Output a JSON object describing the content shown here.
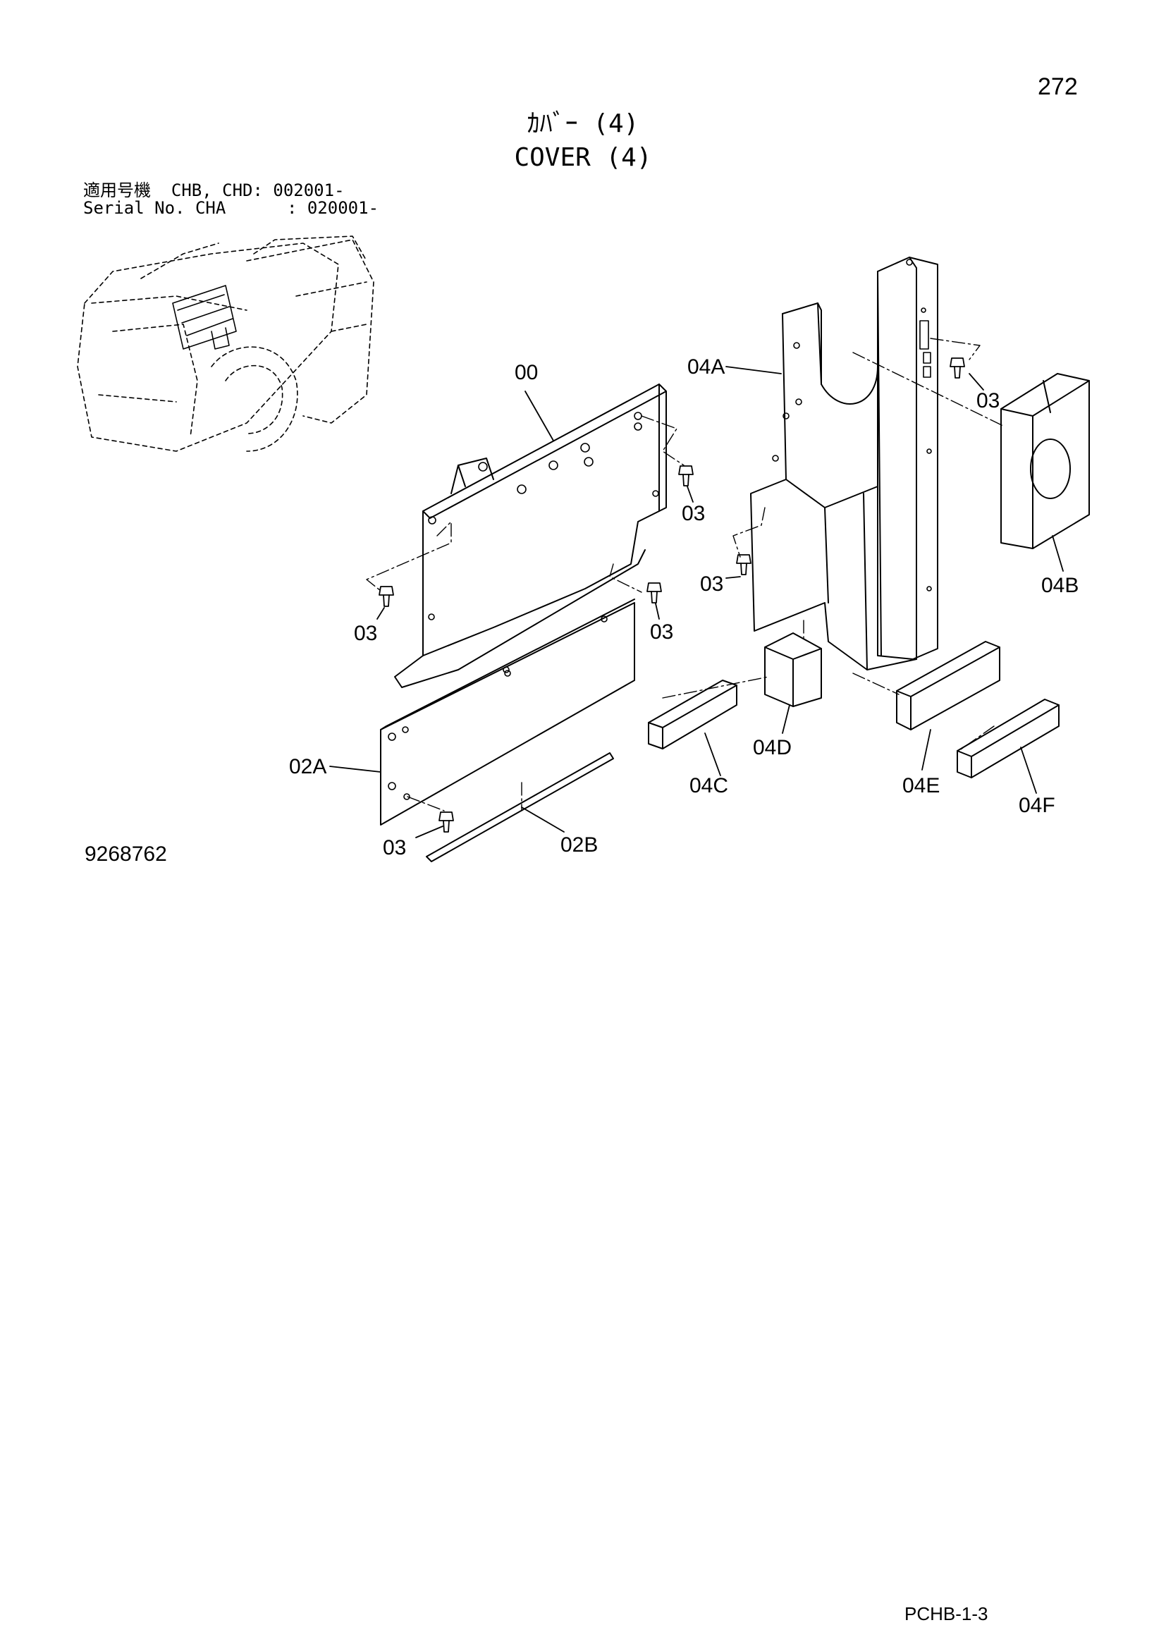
{
  "header": {
    "page_number": "272",
    "title_jp": "ｶﾊﾞｰ (4)",
    "title_en": "COVER (4)",
    "serial_line_1": "適用号機  CHB, CHD: 002001-",
    "serial_line_2": "Serial No. CHA      : 020001-"
  },
  "callouts": {
    "c00": "00",
    "c04A": "04A",
    "c03_a": "03",
    "c03_b": "03",
    "c03_c": "03",
    "c03_d": "03",
    "c03_e": "03",
    "c03_f": "03",
    "c04B": "04B",
    "c02A": "02A",
    "c02B": "02B",
    "c04C": "04C",
    "c04D": "04D",
    "c04E": "04E",
    "c04F": "04F"
  },
  "footer": {
    "drawing_number": "9268762",
    "sheet_code": "PCHB-1-3"
  }
}
